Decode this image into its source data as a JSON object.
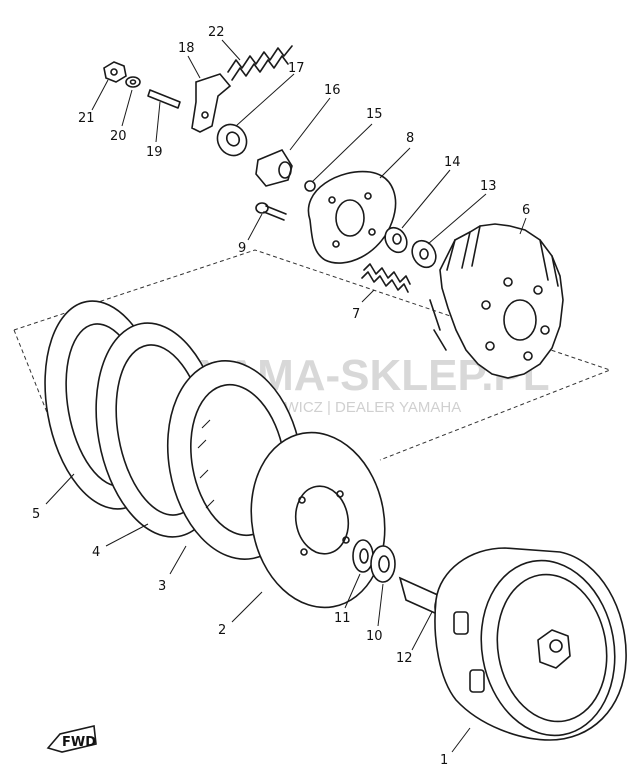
{
  "diagram": {
    "part_labels": [
      "1",
      "2",
      "3",
      "4",
      "5",
      "6",
      "7",
      "8",
      "9",
      "10",
      "11",
      "12",
      "13",
      "14",
      "15",
      "16",
      "17",
      "18",
      "19",
      "20",
      "21",
      "22"
    ],
    "fwd_tag": "FWD"
  },
  "watermark": {
    "line1": "YAMA-SKLEP.PL",
    "line2": "HOWICZ | DEALER YAMAHA"
  }
}
